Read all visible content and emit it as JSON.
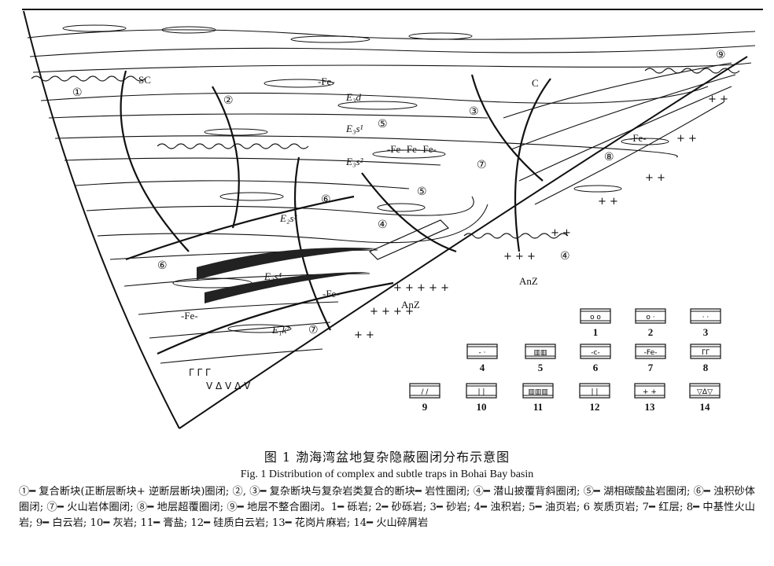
{
  "diagram": {
    "zone_markers": [
      "①",
      "②",
      "③",
      "④",
      "⑤",
      "⑥",
      "⑦",
      "⑧",
      "⑨"
    ],
    "strata": {
      "E3d": "E₃d",
      "E3s1": "E₃s¹",
      "E3s2": "E₃s²",
      "E2s3": "E₂s³",
      "E2s4": "E₂s⁴",
      "E1k2": "E₁k²"
    },
    "labels": {
      "fe": "-Fe-",
      "fe_row": "-Fe- Fe- Fe-",
      "c": "C",
      "sc": "SC",
      "anz": "AnZ"
    },
    "legend": [
      "1",
      "2",
      "3",
      "4",
      "5",
      "6",
      "7",
      "8",
      "9",
      "10",
      "11",
      "12",
      "13",
      "14"
    ]
  },
  "caption": {
    "title_cn": "图 1   渤海湾盆地复杂隐蔽圈闭分布示意图",
    "title_en": "Fig. 1   Distribution of complex and subtle traps in Bohai Bay basin",
    "description": "①━ 复合断块(正断层断块+ 逆断层断块)圈闭; ②, ③━ 复杂断块与复杂岩类复合的断块━ 岩性圈闭; ④━ 潜山披覆背斜圈闭; ⑤━ 湖相碳酸盐岩圈闭; ⑥━ 浊积砂体圈闭; ⑦━ 火山岩体圈闭; ⑧━ 地层超覆圈闭; ⑨━ 地层不整合圈闭。1━ 砾岩; 2━ 砂砾岩; 3━ 砂岩; 4━ 浊积岩; 5━ 油页岩; 6 炭质页岩; 7━ 红层; 8━ 中基性火山岩; 9━ 白云岩; 10━ 灰岩; 11━ 膏盐; 12━ 硅质白云岩; 13━ 花岗片麻岩; 14━ 火山碎屑岩"
  }
}
